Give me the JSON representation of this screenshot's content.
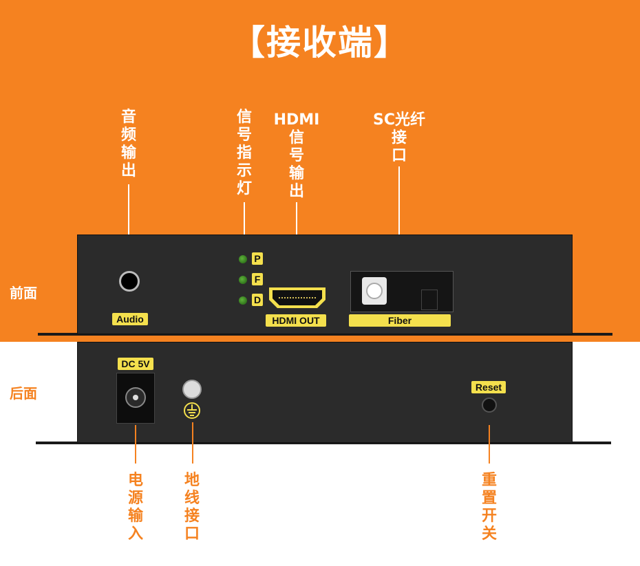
{
  "title": "【接收端】",
  "front_label": "前面",
  "back_label": "后面",
  "callouts": {
    "audio": [
      "音",
      "频",
      "输",
      "出"
    ],
    "indicator": [
      "信",
      "号",
      "指",
      "示",
      "灯"
    ],
    "hdmi": [
      "HDMI",
      "信",
      "号",
      "输",
      "出"
    ],
    "sc": [
      "SC光纤",
      "接",
      "口"
    ],
    "power": [
      "电",
      "源",
      "输",
      "入"
    ],
    "ground": [
      "地",
      "线",
      "接",
      "口"
    ],
    "reset": [
      "重",
      "置",
      "开",
      "关"
    ]
  },
  "front_panel": {
    "audio_label": "Audio",
    "leds": [
      "P",
      "F",
      "D"
    ],
    "hdmi_label": "HDMI OUT",
    "fiber_label": "Fiber"
  },
  "back_panel": {
    "dc_label": "DC 5V",
    "reset_label": "Reset"
  },
  "colors": {
    "accent": "#f58220",
    "label_yellow": "#f4e04d",
    "device": "#2b2b2b"
  }
}
